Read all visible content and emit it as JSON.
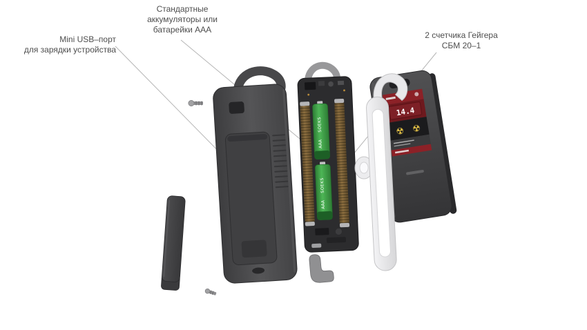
{
  "callouts": {
    "usb": {
      "line1": "Mini USB–порт",
      "line2": "для зарядки устройства"
    },
    "battery": {
      "line1": "Стандартные",
      "line2": "аккумуляторы или",
      "line3": "батарейки AAA"
    },
    "geiger": {
      "line1": "2 счетчика Гейгера",
      "line2": "СБМ 20–1"
    }
  },
  "device": {
    "battery_brand": "SOEKS",
    "battery_size": "AAA",
    "display_value": "14.4"
  },
  "icons": {
    "radiation": "☢"
  },
  "colors": {
    "case_gray": "#4b4b4d",
    "battery_green": "#3fa048",
    "tube_copper": "#8a6f45",
    "label_red": "#8c2127",
    "trefoil_yellow": "#e8c547",
    "callout_text": "#4d4d4d",
    "callout_line": "#b5b5b5"
  }
}
